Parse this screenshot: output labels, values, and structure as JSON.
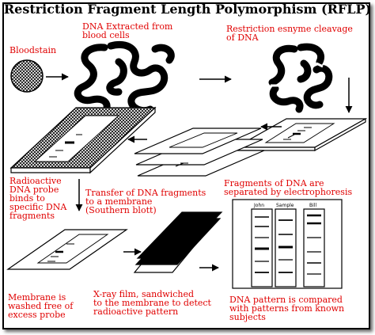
{
  "title": "Restriction Fragment Length Polymorphism (RFLP)",
  "labels": {
    "bloodstain": "Bloodstain",
    "dna_extracted": "DNA Extracted from\nblood cells",
    "restriction": "Restriction esnyme cleavage\nof DNA",
    "radioactive": "Radioactive\nDNA probe\nbinds to\nspecific DNA\nfragments",
    "transfer": "Transfer of DNA fragments\nto a membrane\n(Southern blott)",
    "fragments": "Fragments of DNA are\nseparated by electrophoresis",
    "membrane": "Membrane is\nwashed free of\nexcess probe",
    "xray": "X-ray film, sandwiched\nto the membrane to detect\nradioactive pattern",
    "pattern": "DNA pattern is compared\nwith patterns from known\nsubjects"
  },
  "compare_columns": [
    "John",
    "Sample",
    "Bill"
  ],
  "colors": {
    "caption": "#e00000",
    "title": "#000000"
  }
}
